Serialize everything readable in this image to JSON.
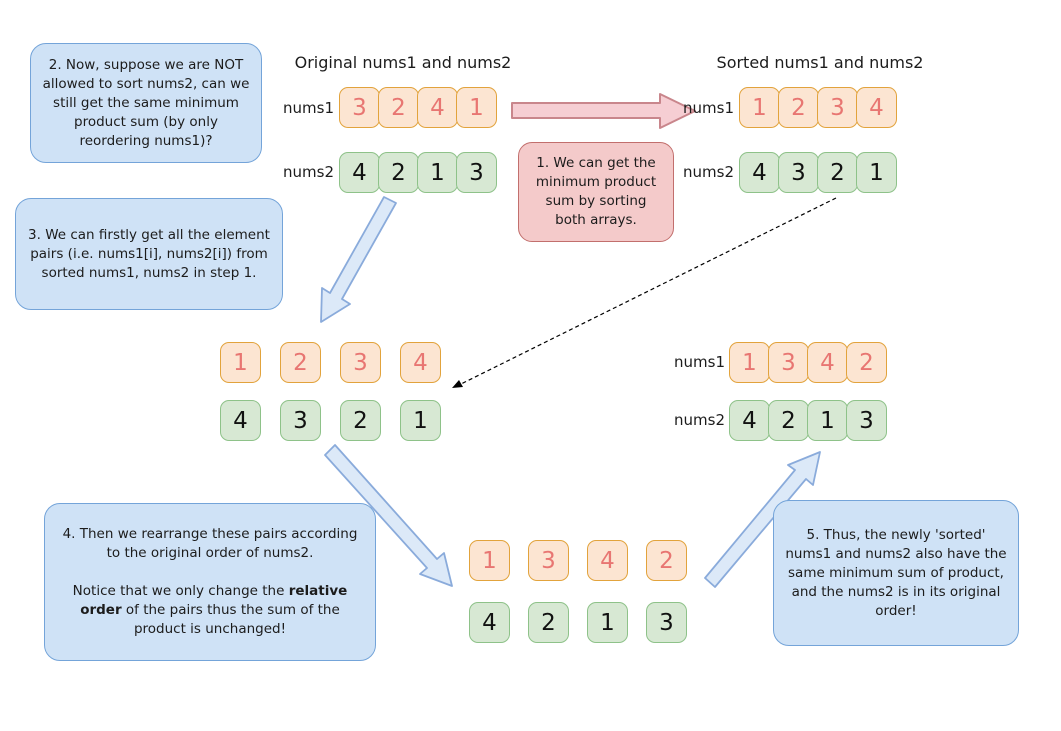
{
  "colors": {
    "callout_blue_fill": "#cfe2f6",
    "callout_blue_border": "#74a4d9",
    "callout_pink_fill": "#f4caca",
    "callout_pink_border": "#c26f6d",
    "cell_orange_fill": "#fce5d2",
    "cell_orange_border": "#e2a33c",
    "cell_orange_text": "#e87672",
    "cell_green_fill": "#d7e8d3",
    "cell_green_border": "#8ec289",
    "arrow_pink_fill": "#f6ced3",
    "arrow_pink_border": "#c9868c",
    "arrow_blue_fill": "#dce9f8",
    "arrow_blue_border": "#8aabdb"
  },
  "callouts": {
    "step1": "1. We can get the minimum product sum by sorting both arrays.",
    "step2": "2. Now, suppose we are NOT allowed to sort nums2, can we still get the same minimum product sum (by only reordering nums1)?",
    "step3": "3. We can firstly get all the element pairs (i.e. nums1[i], nums2[i]) from sorted nums1, nums2 in step 1.",
    "step4_part1": "4. Then we rearrange these pairs according to the original order of nums2.",
    "step4_part2_before": "Notice that we only change the ",
    "step4_part2_bold": "relative order",
    "step4_part2_after": " of the pairs thus the sum of the product is unchanged!",
    "step5": "5. Thus, the newly 'sorted' nums1 and nums2 also have the same minimum sum of product, and the nums2 is in its original order!"
  },
  "sections": {
    "original": {
      "title": "Original nums1 and nums2",
      "rows": {
        "nums1": {
          "label": "nums1",
          "values": [
            "3",
            "2",
            "4",
            "1"
          ]
        },
        "nums2": {
          "label": "nums2",
          "values": [
            "4",
            "2",
            "1",
            "3"
          ]
        }
      }
    },
    "sorted": {
      "title": "Sorted nums1 and nums2",
      "rows": {
        "nums1": {
          "label": "nums1",
          "values": [
            "1",
            "2",
            "3",
            "4"
          ]
        },
        "nums2": {
          "label": "nums2",
          "values": [
            "4",
            "3",
            "2",
            "1"
          ]
        }
      }
    },
    "pairs_step3": {
      "rows": {
        "nums1": {
          "values": [
            "1",
            "2",
            "3",
            "4"
          ]
        },
        "nums2": {
          "values": [
            "4",
            "3",
            "2",
            "1"
          ]
        }
      }
    },
    "pairs_step4": {
      "rows": {
        "nums1": {
          "values": [
            "1",
            "3",
            "4",
            "2"
          ]
        },
        "nums2": {
          "values": [
            "4",
            "2",
            "1",
            "3"
          ]
        }
      }
    },
    "final": {
      "rows": {
        "nums1": {
          "label": "nums1",
          "values": [
            "1",
            "3",
            "4",
            "2"
          ]
        },
        "nums2": {
          "label": "nums2",
          "values": [
            "4",
            "2",
            "1",
            "3"
          ]
        }
      }
    }
  }
}
